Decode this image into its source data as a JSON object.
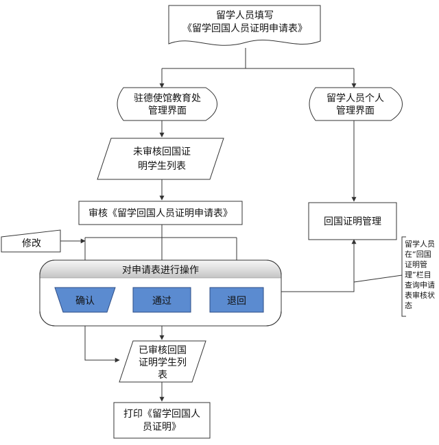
{
  "nodes": {
    "start": {
      "lines": [
        "留学人员填写",
        "《留学回国人员证明申请表》"
      ]
    },
    "embassy": {
      "lines": [
        "驻德使馆教育处",
        "管理界面"
      ]
    },
    "personal": {
      "lines": [
        "留学人员个人",
        "管理界面"
      ]
    },
    "unreviewed": {
      "lines": [
        "未审核回国证",
        "明学生列表"
      ]
    },
    "review": {
      "text": "审核《留学回国人员证明申请表》"
    },
    "certmgmt": {
      "text": "回国证明管理"
    },
    "modify": {
      "text": "修改"
    },
    "operate": {
      "text": "对申请表进行操作"
    },
    "confirm": {
      "text": "确认"
    },
    "pass": {
      "text": "通过"
    },
    "reject": {
      "text": "退回"
    },
    "reviewed": {
      "lines": [
        "已审核回国",
        "证明学生列",
        "表"
      ]
    },
    "print": {
      "lines": [
        "打印《留学回国人",
        "员证明》"
      ]
    },
    "annotation": {
      "lines": [
        "留学人员",
        "在“回国",
        "证明管",
        "理”栏目",
        "查询申请",
        "表审核状",
        "态"
      ]
    }
  },
  "colors": {
    "line": "#333333",
    "box_fill": "#ffffff",
    "op_fill_top": "#f4f4f4",
    "op_fill_bottom": "#c9c9c9",
    "action_fill": "#5b8bd0",
    "action_stroke": "#2e4d86"
  }
}
